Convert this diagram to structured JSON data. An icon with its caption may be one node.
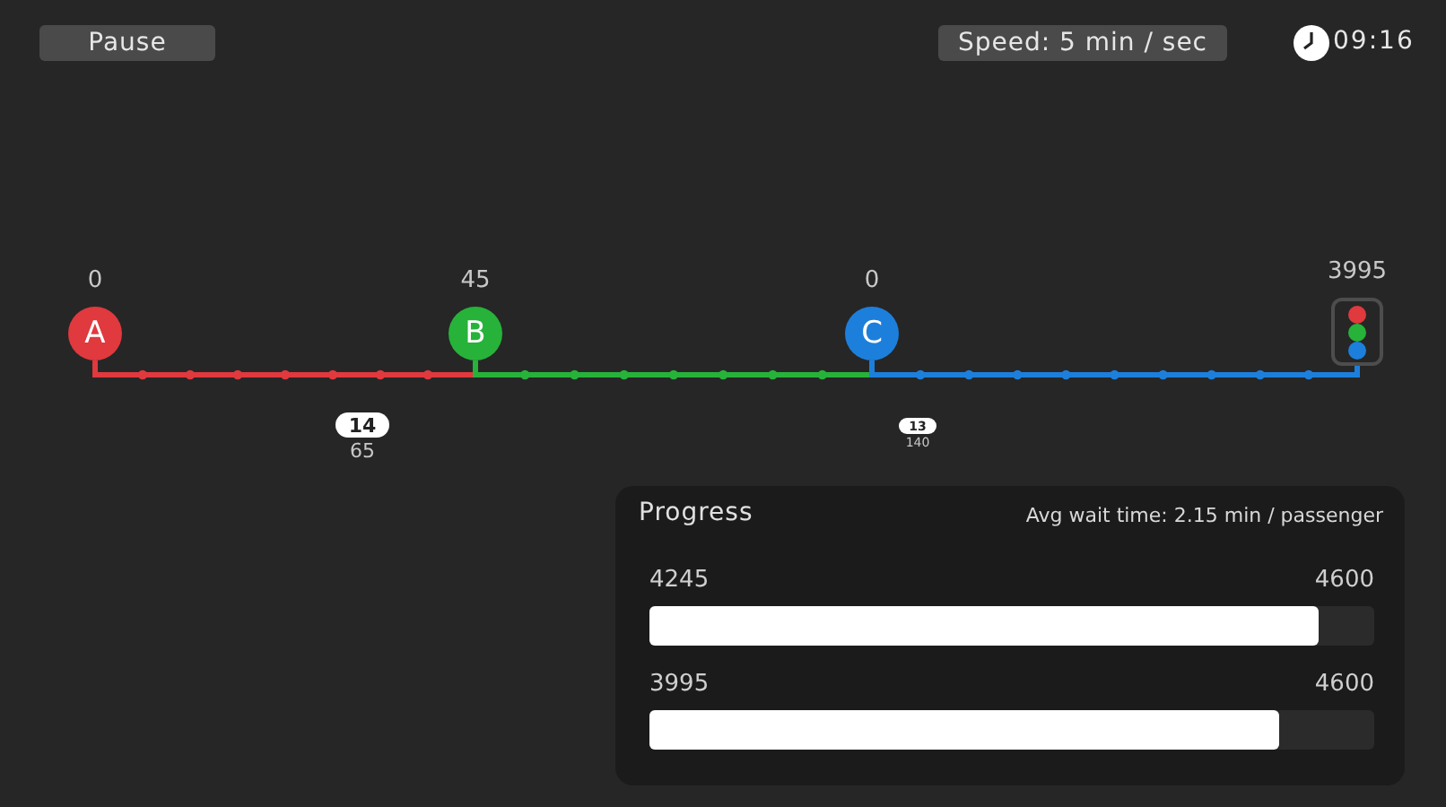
{
  "diagram": {
    "nodes": [
      {
        "text": [
          "Pause"
        ]
      },
      {
        "text": [
          "Speed: 5 min / sec"
        ]
      },
      {
        "text": [
          "A"
        ],
        "beside": [
          "0"
        ]
      },
      {
        "text": [
          "B"
        ],
        "beside": [
          "45"
        ]
      },
      {
        "text": [
          "C"
        ],
        "beside": [
          "0"
        ]
      },
      {
        "text": [],
        "shape": "box",
        "beside": [
          "3995"
        ]
      },
      {
        "text": [
          "14"
        ],
        "beside": [
          "65"
        ]
      },
      {
        "text": [
          "13"
        ],
        "beside": [
          "140"
        ]
      },
      {
        "text": [
          "Progress",
          "Avg wait time: 2.15 min / passenger"
        ]
      }
    ],
    "edges": [
      {
        "from": 2,
        "to": 3,
        "arrow": "none",
        "color": "#e0393e"
      },
      {
        "from": 3,
        "to": 4,
        "arrow": "none",
        "color": "#27b23a"
      },
      {
        "from": 4,
        "to": 5,
        "arrow": "none",
        "color": "#1d7fdc"
      }
    ],
    "labels": [
      "09:16",
      "4245",
      "4600",
      "3995",
      "4600"
    ]
  }
}
